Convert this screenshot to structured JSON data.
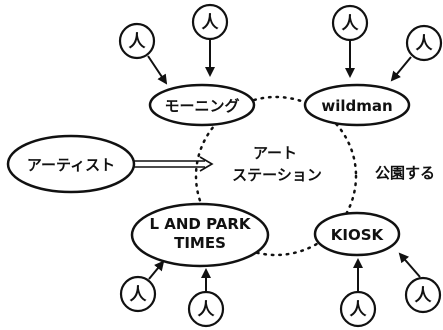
{
  "nodes": {
    "morning": "モーニング",
    "wildman": "wildman",
    "artist": "アーティスト",
    "land_park_times_line1": "L AND PARK",
    "land_park_times_line2": "TIMES",
    "kiosk": "KIOSK"
  },
  "center": {
    "line1": "アート",
    "line2": "ステーション"
  },
  "side_label": "公園する",
  "person_glyph": "人",
  "colors": {
    "ink": "#111111",
    "background": "#ffffff"
  }
}
